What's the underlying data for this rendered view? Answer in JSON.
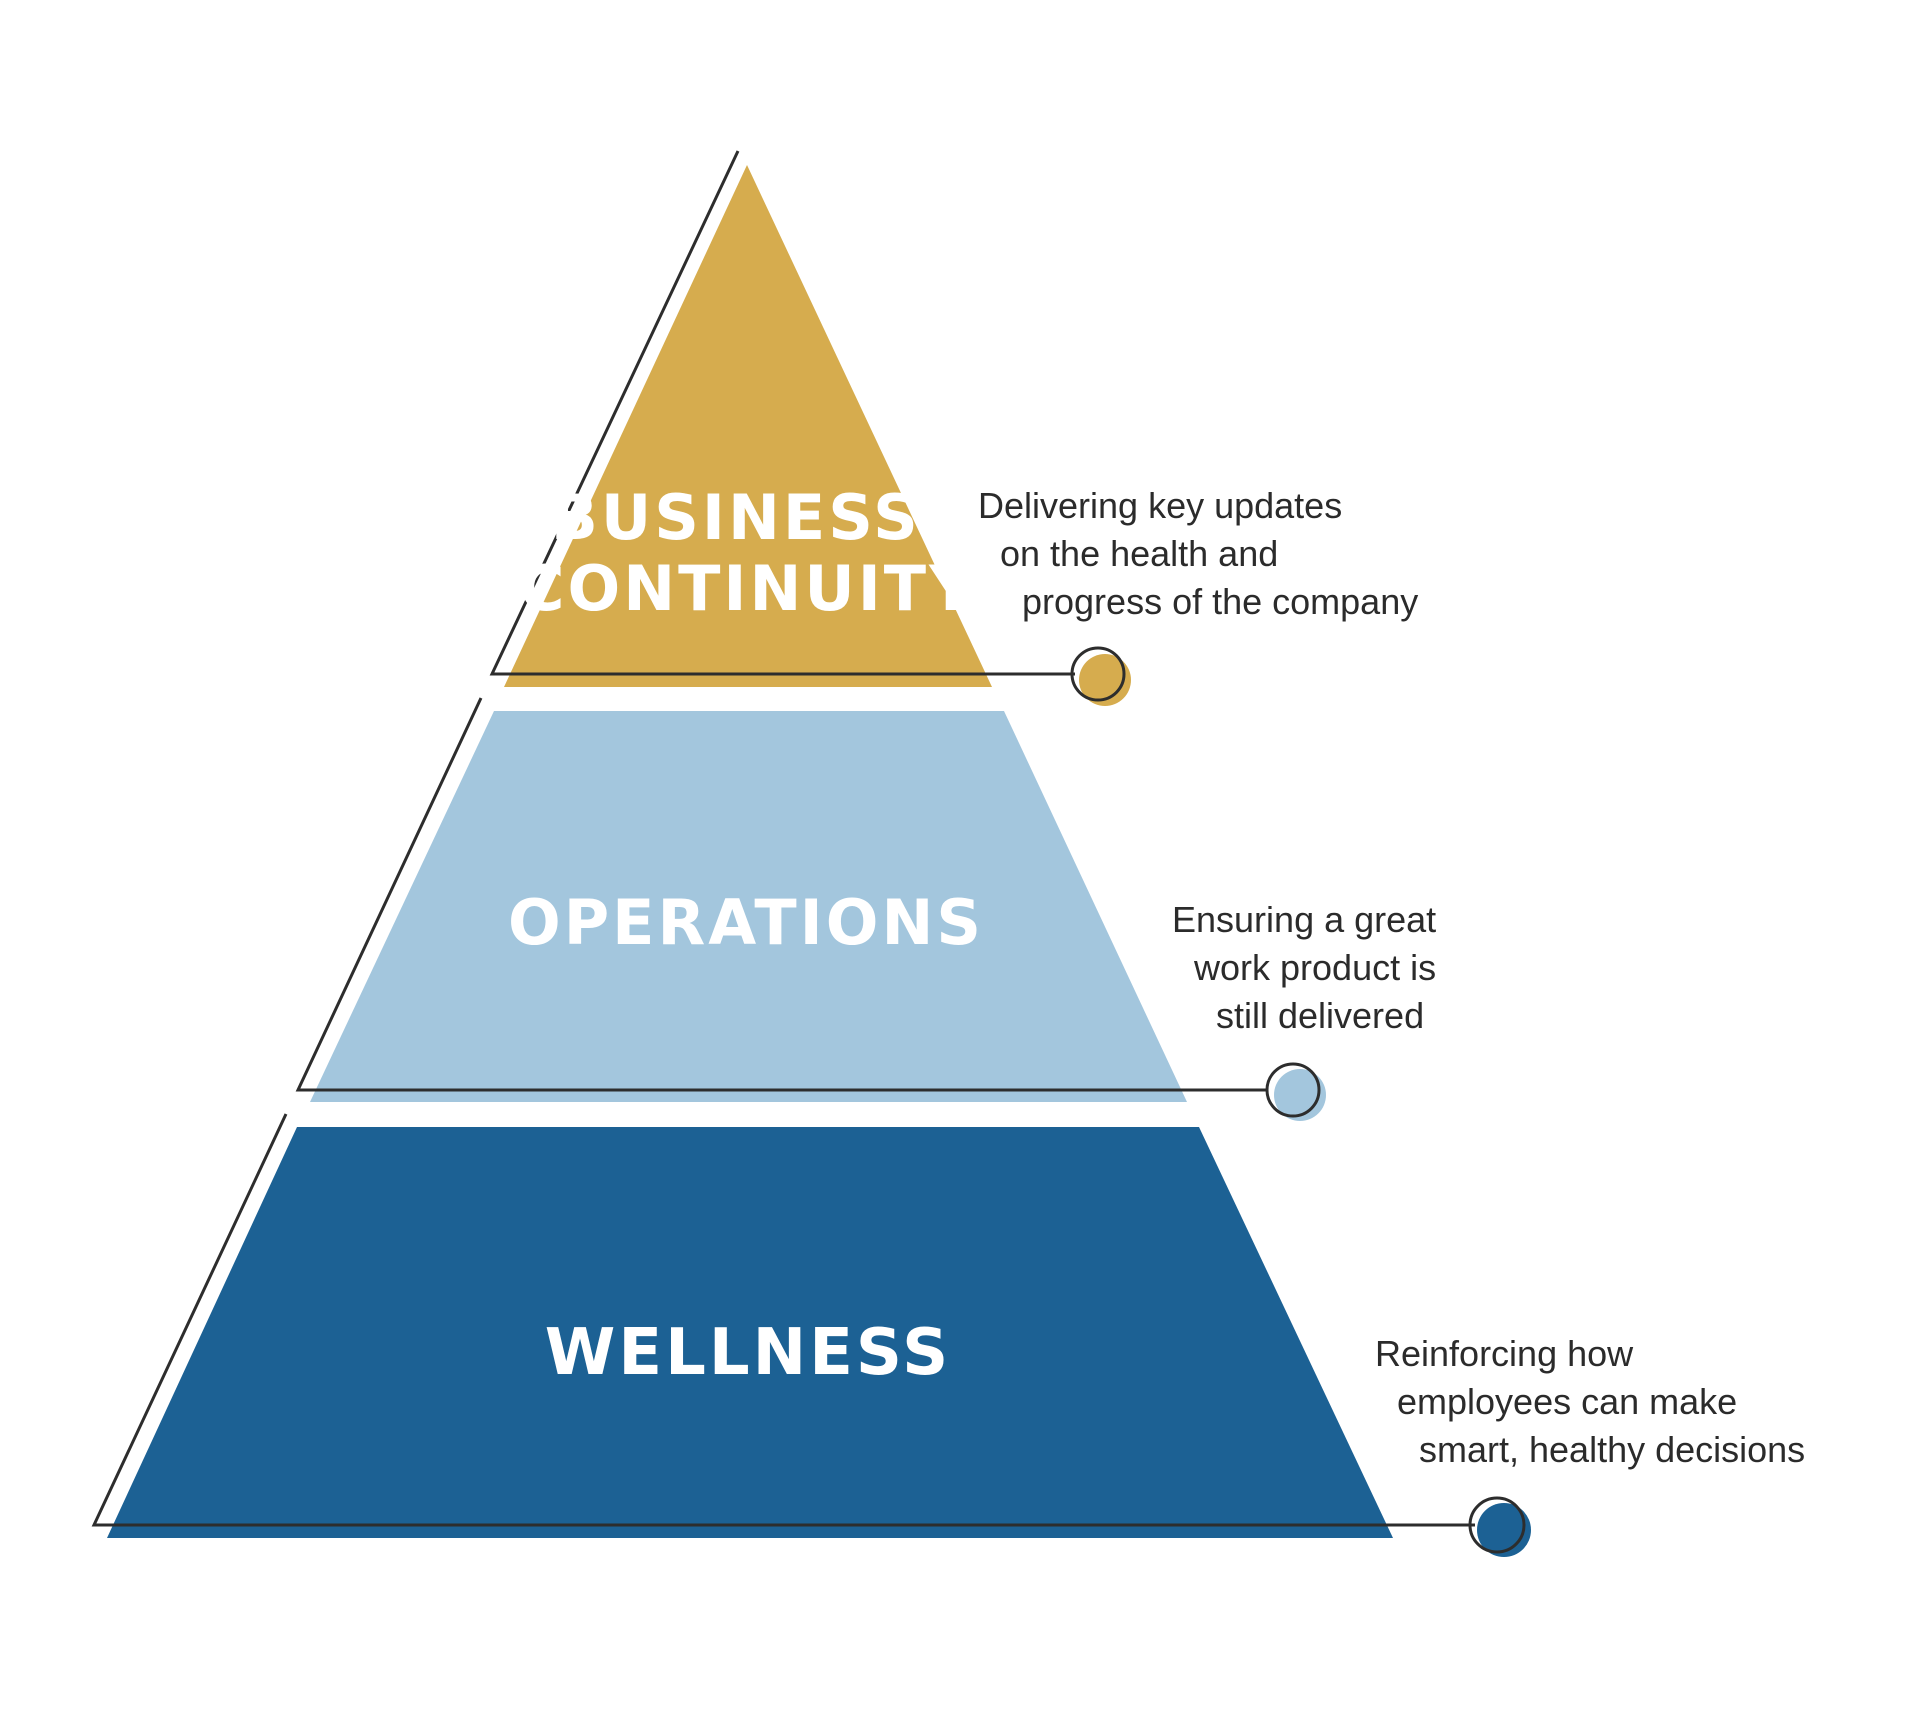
{
  "tiers": [
    {
      "id": "business-continuity",
      "label_lines": [
        "BUSINESS",
        "CONTINUITY"
      ],
      "color": "#D6AC4E",
      "description_lines": [
        "Delivering key updates",
        "on the health and",
        "progress of the company"
      ]
    },
    {
      "id": "operations",
      "label_lines": [
        "OPERATIONS"
      ],
      "color": "#A3C6DD",
      "description_lines": [
        "Ensuring a great",
        "work product is",
        "still delivered"
      ]
    },
    {
      "id": "wellness",
      "label_lines": [
        "WELLNESS"
      ],
      "color": "#1C6194",
      "description_lines": [
        "Reinforcing how",
        "employees can make",
        "smart, healthy decisions"
      ]
    }
  ]
}
